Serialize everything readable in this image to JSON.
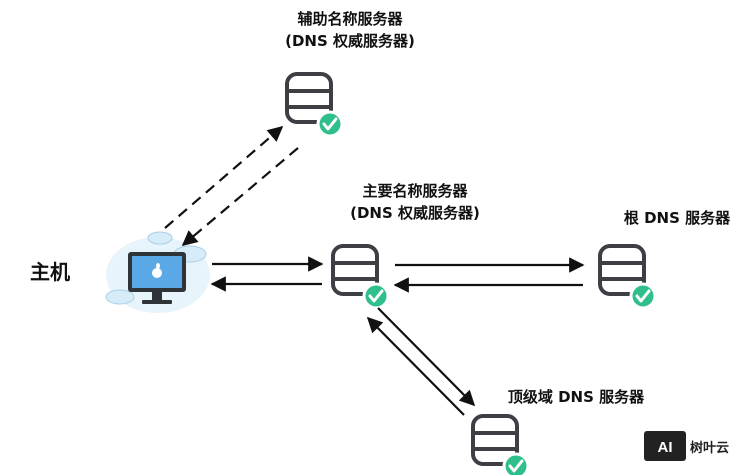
{
  "nodes": {
    "secondary": {
      "line1": "辅助名称服务器",
      "line2": "(DNS 权威服务器)"
    },
    "primary": {
      "line1": "主要名称服务器",
      "line2": "(DNS 权威服务器)"
    },
    "root": {
      "line1": "根 DNS 服务器"
    },
    "tld": {
      "line1": "顶级域 DNS 服务器"
    },
    "host": {
      "line1": "主机"
    }
  },
  "watermark": {
    "badge": "AI",
    "text": "树叶云"
  },
  "colors": {
    "icon_stroke": "#3d3f45",
    "check_green": "#2fbf8a",
    "monitor_screen": "#5aa9e6",
    "cloud": "#d6ecf8",
    "arrow": "#111111"
  }
}
